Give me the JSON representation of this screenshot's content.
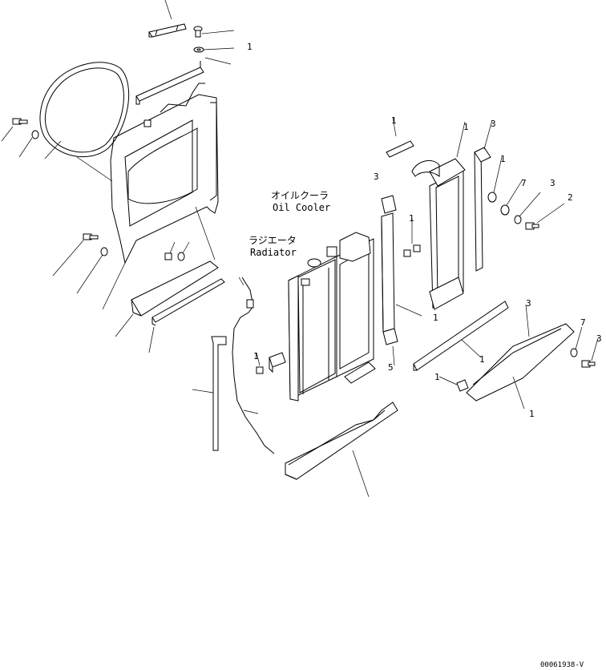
{
  "captions": {
    "oil_cooler_jp": "オイルクーラ",
    "oil_cooler_en": "Oil Cooler",
    "radiator_jp": "ラジエータ",
    "radiator_en": "Radiator"
  },
  "callouts": {
    "c1": "1",
    "c2": "1",
    "c3": "1",
    "c4": "3",
    "c5": "3",
    "c6": "1",
    "c7": "7",
    "c8": "1",
    "c9": "3",
    "c10": "2",
    "c11": "1",
    "c12": "3",
    "c13": "7",
    "c14": "3",
    "c15": "1",
    "c16": "5",
    "c17": "1",
    "c18": "1",
    "c19": "1"
  },
  "drawing_code": "00061938-V"
}
